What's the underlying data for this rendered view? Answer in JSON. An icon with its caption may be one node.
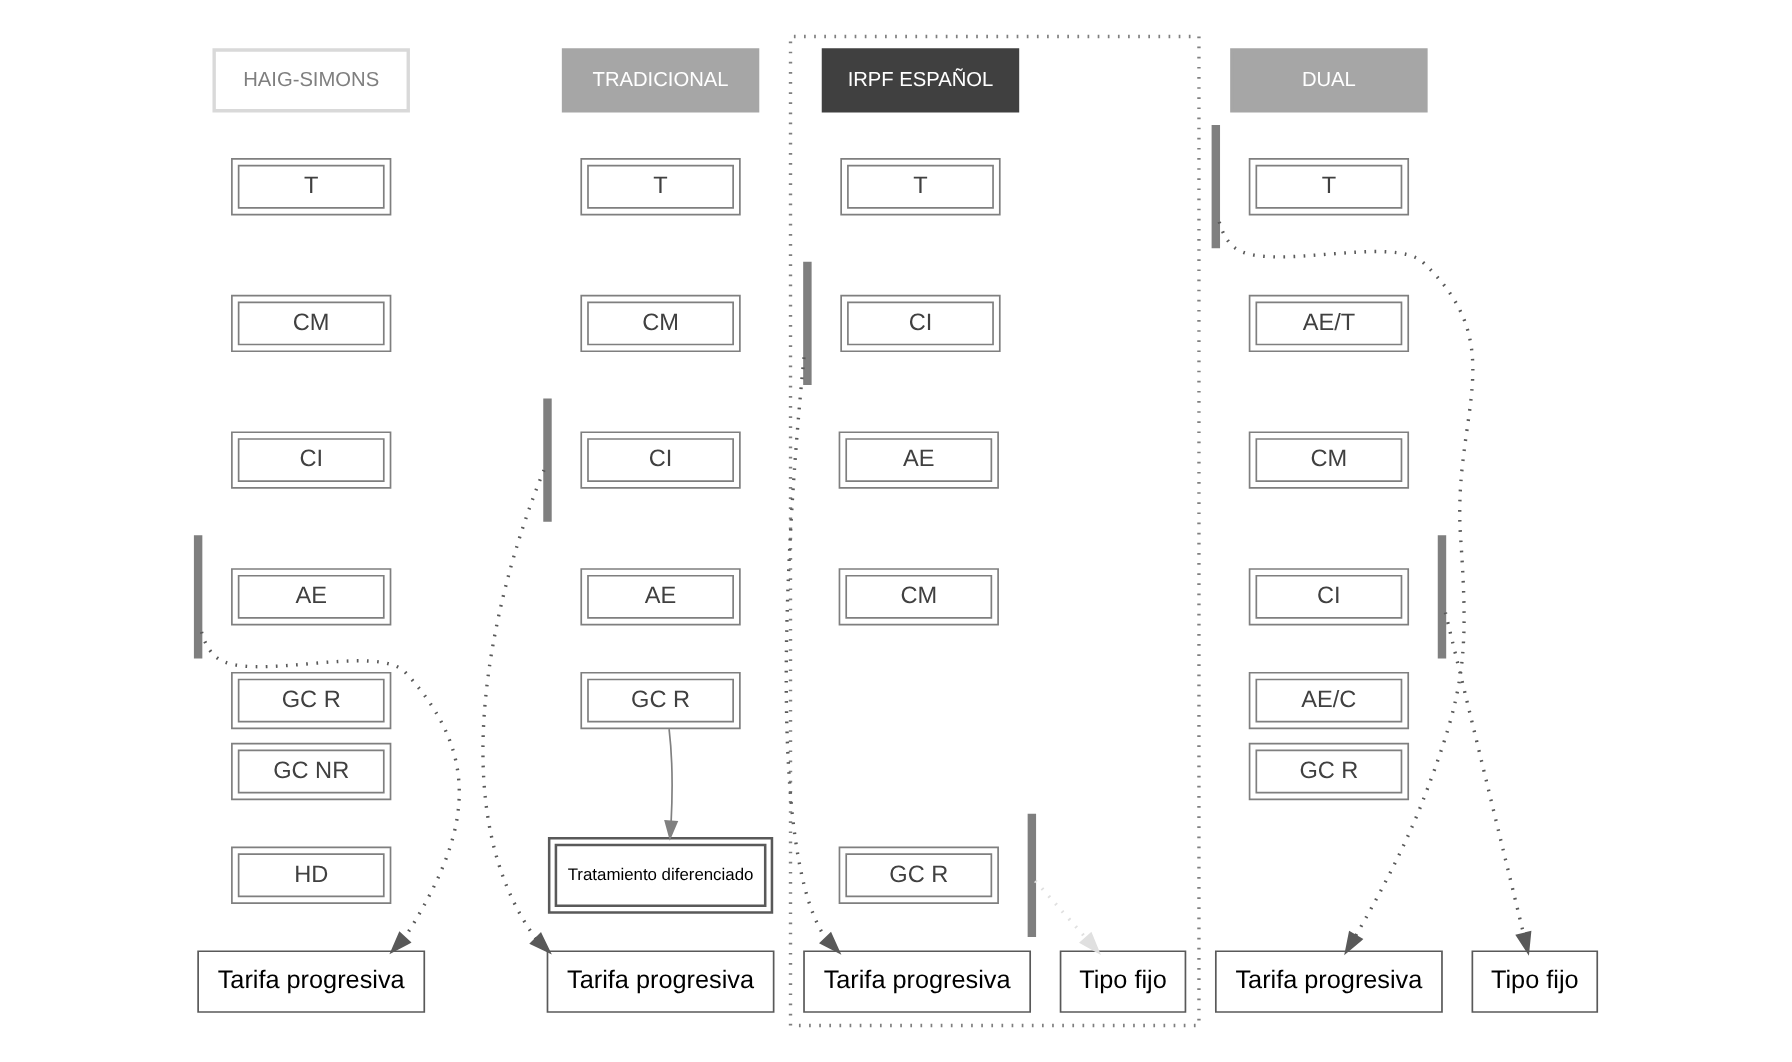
{
  "diagram": {
    "nodes": [
      {
        "text": [
          "HAIG-SIMONS"
        ]
      },
      {
        "text": [],
        "shape": "brace"
      },
      {
        "text": [
          "T"
        ]
      },
      {
        "text": [
          "CM"
        ]
      },
      {
        "text": [
          "CI"
        ]
      },
      {
        "text": [
          "AE"
        ]
      },
      {
        "text": [
          "GC R"
        ]
      },
      {
        "text": [
          "GC NR"
        ]
      },
      {
        "text": [
          "HD"
        ]
      },
      {
        "text": [
          "Tarifa progresiva"
        ]
      },
      {
        "text": [
          "TRADICIONAL"
        ]
      },
      {
        "text": [],
        "shape": "brace"
      },
      {
        "text": [
          "T"
        ]
      },
      {
        "text": [
          "CM"
        ]
      },
      {
        "text": [
          "CI"
        ]
      },
      {
        "text": [
          "AE"
        ]
      },
      {
        "text": [
          "GC R"
        ]
      },
      {
        "text": [
          "Tratamiento diferenciado"
        ]
      },
      {
        "text": [
          "Tarifa progresiva"
        ]
      },
      {
        "text": [],
        "shape": "box"
      },
      {
        "text": [
          "IRPF ESPAÑOL"
        ],
        "in": 19
      },
      {
        "text": [],
        "shape": "brace",
        "in": 19
      },
      {
        "text": [
          "T"
        ],
        "in": 19
      },
      {
        "text": [
          "CI"
        ],
        "in": 19
      },
      {
        "text": [
          "AE"
        ],
        "in": 19
      },
      {
        "text": [
          "CM"
        ],
        "in": 19
      },
      {
        "text": [
          "GC R"
        ],
        "in": 19
      },
      {
        "text": [],
        "shape": "brace",
        "in": 19
      },
      {
        "text": [
          "Tarifa progresiva"
        ],
        "in": 19
      },
      {
        "text": [
          "Tipo fijo"
        ],
        "in": 19
      },
      {
        "text": [
          "DUAL"
        ]
      },
      {
        "text": [],
        "shape": "brace"
      },
      {
        "text": [
          "T"
        ]
      },
      {
        "text": [
          "AE/T"
        ]
      },
      {
        "text": [
          "CM"
        ]
      },
      {
        "text": [
          "CI"
        ]
      },
      {
        "text": [
          "AE/C"
        ]
      },
      {
        "text": [
          "GC R"
        ]
      },
      {
        "text": [],
        "shape": "brace"
      },
      {
        "text": [
          "Tarifa progresiva"
        ]
      },
      {
        "text": [
          "Tipo fijo"
        ]
      }
    ],
    "edges": [
      {
        "from": 1,
        "to": 9,
        "arrow": "to",
        "style": "dashed"
      },
      {
        "from": 11,
        "to": 18,
        "arrow": "to",
        "style": "dashed"
      },
      {
        "from": 16,
        "to": 17,
        "arrow": "to",
        "color": "#808080"
      },
      {
        "from": 21,
        "to": 28,
        "arrow": "to",
        "style": "dashed"
      },
      {
        "from": 27,
        "to": 29,
        "arrow": "to",
        "style": "dashed",
        "color": "#e0e0e0"
      },
      {
        "from": 31,
        "to": 39,
        "arrow": "to",
        "style": "dashed"
      },
      {
        "from": 38,
        "to": 40,
        "arrow": "to",
        "style": "dashed"
      }
    ]
  }
}
